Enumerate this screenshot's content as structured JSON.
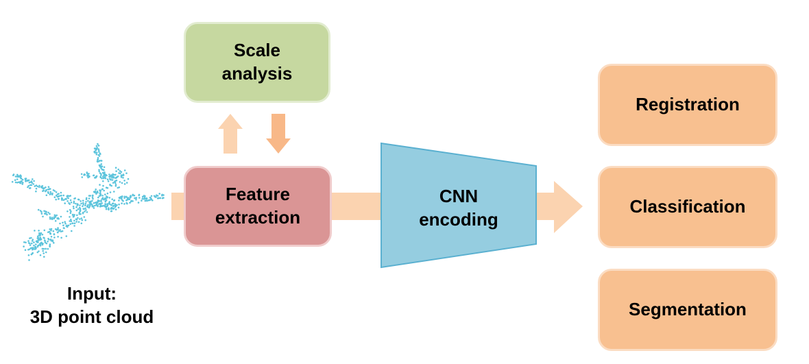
{
  "nodes": {
    "scale": "Scale\nanalysis",
    "feature": "Feature\nextraction",
    "cnn": "CNN\nencoding",
    "registration": "Registration",
    "classification": "Classification",
    "segmentation": "Segmentation"
  },
  "input_label": "Input:\n3D point cloud",
  "icons": {
    "input_image": "airplane-point-cloud-icon"
  },
  "colors": {
    "arrow": "#fbd3b0",
    "scale_fill": "#c6d8a0",
    "feature_fill": "#da9595",
    "cnn_fill": "#95cde0",
    "output_fill": "#f8c090",
    "point_cloud": "#5ec4dc"
  }
}
